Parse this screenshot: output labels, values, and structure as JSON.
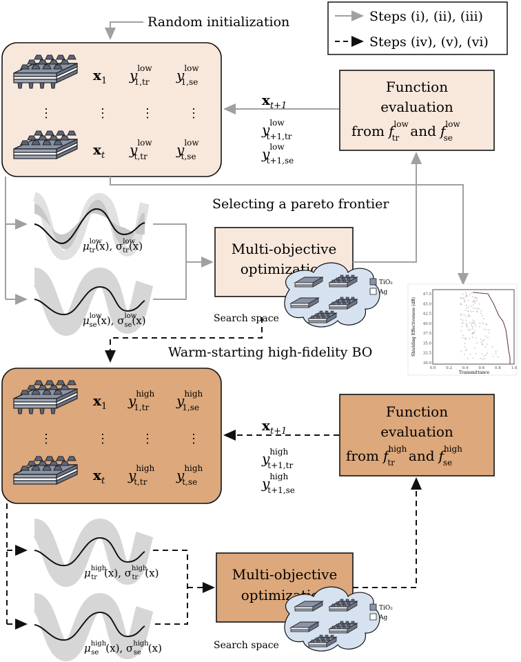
{
  "legend": {
    "solid_label": "Steps (i), (ii), (iii)",
    "dashed_label": "Steps (iv), (v), (vi)"
  },
  "labels": {
    "random_init": "Random initialization",
    "pareto": "Selecting a pareto frontier",
    "warm_start": "Warm-starting high-fidelity BO",
    "search_space": "Search space",
    "tio2": "TiO₂",
    "ag": "Ag"
  },
  "low": {
    "box_fill": "#f8e8dc",
    "x1": "x",
    "x1_sub": "1",
    "xt": "x",
    "xt_sub": "t",
    "y": "y",
    "sup": "low",
    "sub_1tr": "1,tr",
    "sub_1se": "1,se",
    "sub_ttr": "t,tr",
    "sub_tse": "t,se",
    "next_x": "x",
    "next_x_sub": "t+1",
    "next_sub_tr": "t+1,tr",
    "next_sub_se": "t+1,se",
    "eval_line1": "Function",
    "eval_line2": "evaluation",
    "eval_from": "from",
    "eval_and": "and",
    "f": "f",
    "f_sub_tr": "tr",
    "f_sub_se": "se",
    "mo_line1": "Multi-objective",
    "mo_line2": "optimization",
    "gp_tr": "μ",
    "gp_tr_sub": "tr",
    "gp_se_sub": "se",
    "gp_args": "(x), σ",
    "gp_end": "(x)"
  },
  "high": {
    "box_fill": "#dda87c",
    "sup": "high"
  },
  "inset_chart": {
    "xlabel": "Transmittance",
    "ylabel": "Shielding Effectiveness (dB)",
    "xticks": [
      "0.0",
      "0.2",
      "0.4",
      "0.6",
      "0.8",
      "1.0"
    ],
    "yticks": [
      "30.0",
      "32.5",
      "35.0",
      "37.5",
      "40.0",
      "42.5",
      "45.0",
      "47.5"
    ],
    "frontier_color": "#6b3a5e"
  },
  "colors": {
    "solid_arrow": "#a0a0a0",
    "dashed_arrow": "#111111",
    "gp_band": "#c8c8c8"
  }
}
